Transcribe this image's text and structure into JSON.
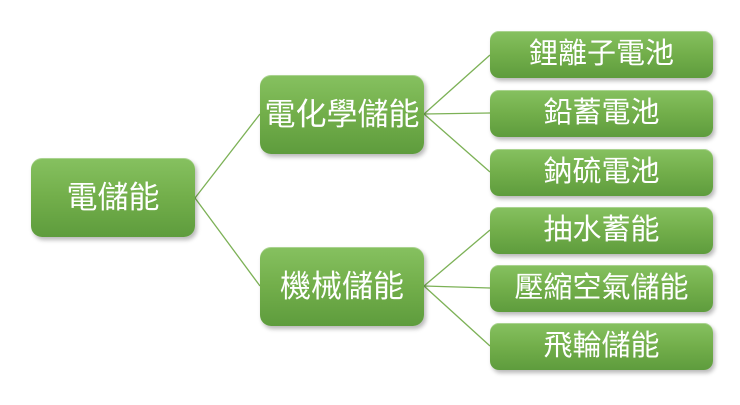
{
  "tree": {
    "root": {
      "label": "電儲能"
    },
    "branches": [
      {
        "label": "電化學儲能",
        "children": [
          {
            "label": "鋰離子電池"
          },
          {
            "label": "鉛蓄電池"
          },
          {
            "label": "鈉硫電池"
          }
        ]
      },
      {
        "label": "機械儲能",
        "children": [
          {
            "label": "抽水蓄能"
          },
          {
            "label": "壓縮空氣儲能"
          },
          {
            "label": "飛輪儲能"
          }
        ]
      }
    ]
  },
  "style": {
    "node_gradient_top": "#86C160",
    "node_gradient_mid": "#73AF4B",
    "node_gradient_bottom": "#5E9C3D",
    "connector_color": "#7CB156",
    "text_color": "#FFFFFF",
    "canvas_bg": "#FFFFFF"
  }
}
